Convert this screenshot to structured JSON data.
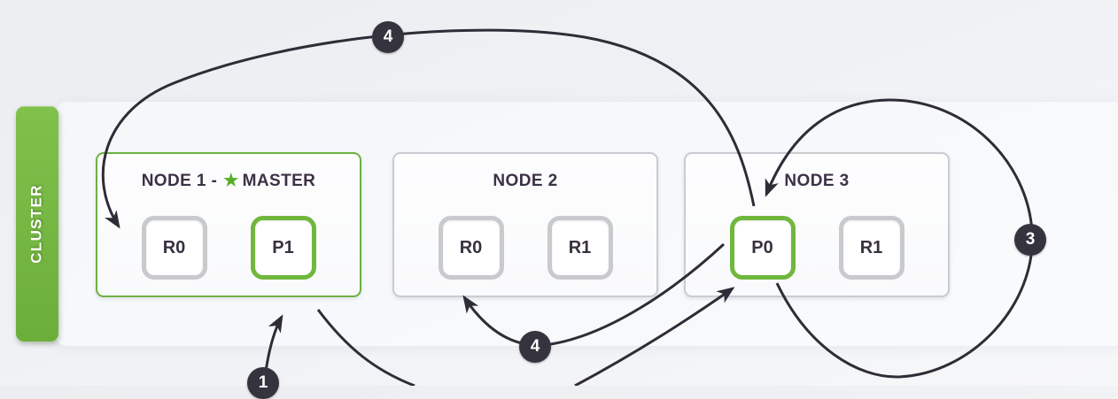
{
  "cluster_label": "CLUSTER",
  "glyphs": {
    "master_star": "★"
  },
  "nodes": [
    {
      "label": "NODE 1 -",
      "master_label": "MASTER",
      "slots": [
        {
          "label": "R0",
          "role": "replica"
        },
        {
          "label": "P1",
          "role": "primary"
        }
      ]
    },
    {
      "label": "NODE 2",
      "slots": [
        {
          "label": "R0",
          "role": "replica"
        },
        {
          "label": "R1",
          "role": "replica"
        }
      ]
    },
    {
      "label": "NODE 3",
      "slots": [
        {
          "label": "P0",
          "role": "primary"
        },
        {
          "label": "R1",
          "role": "replica"
        }
      ]
    }
  ],
  "badges": [
    {
      "label": "4",
      "position": "top-center"
    },
    {
      "label": "3",
      "position": "right-loop"
    },
    {
      "label": "4",
      "position": "bottom-center"
    },
    {
      "label": "1",
      "position": "bottom-left"
    }
  ],
  "colors": {
    "accent_green": "#76b83f",
    "primary_slot_border": "#70b73d",
    "replica_slot_border": "#c8cacd",
    "arrow_dark": "#2e2d37",
    "badge_bg": "#34333e",
    "text_dark": "#3c3145"
  }
}
